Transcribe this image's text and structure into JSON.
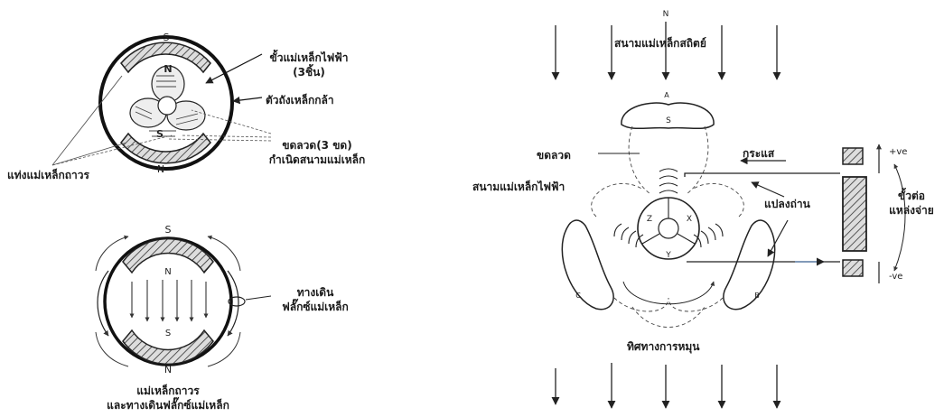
{
  "left_top": {
    "pole_top": "S",
    "pole_bottom": "N",
    "rotor_n": "N",
    "rotor_s": "S",
    "electromagnet_label_line1": "ขั้วแม่เหล็กไฟฟ้า",
    "electromagnet_label_line2": "(3ชิ้น)",
    "armature_label": "ตัวถังเหล็กกล้า",
    "coil_label_line1": "ขดลวด(3 ขด)",
    "coil_label_line2": "กำเนิดสนามแม่เหล็ก",
    "permanent_magnet_label": "แท่งแม่เหล็กถาวร"
  },
  "left_bottom": {
    "pole_top": "S",
    "pole_bottom": "N",
    "inner_n": "N",
    "inner_s": "S",
    "flux_path_line1": "ทางเดิน",
    "flux_path_line2": "ฟลั๊กซ์แม่เหล็ก",
    "caption_line1": "แม่เหล็กถาวร",
    "caption_line2": "และทางเดินฟลั๊กซ์แม่เหล็ก"
  },
  "right": {
    "field_top_letter": "N",
    "static_field_label": "สนามแม่เหล็กสถิตย์",
    "coil_label": "ขดลวด",
    "em_field_label": "สนามแม่เหล็กไฟฟ้า",
    "current_label": "กระแส",
    "commutator_label": "แปลงถ่าน",
    "supply_label_line1": "ขั้วต่อ",
    "supply_label_line2": "แหล่งจ่าย",
    "plus_label": "+ve",
    "minus_label": "-ve",
    "rotation_label": "ทิศทางการหมุน",
    "rotor_s": "S",
    "seg_z": "Z",
    "seg_x": "X",
    "seg_y": "Y",
    "pole_a": "A",
    "pole_b": "B",
    "pole_c": "C"
  }
}
